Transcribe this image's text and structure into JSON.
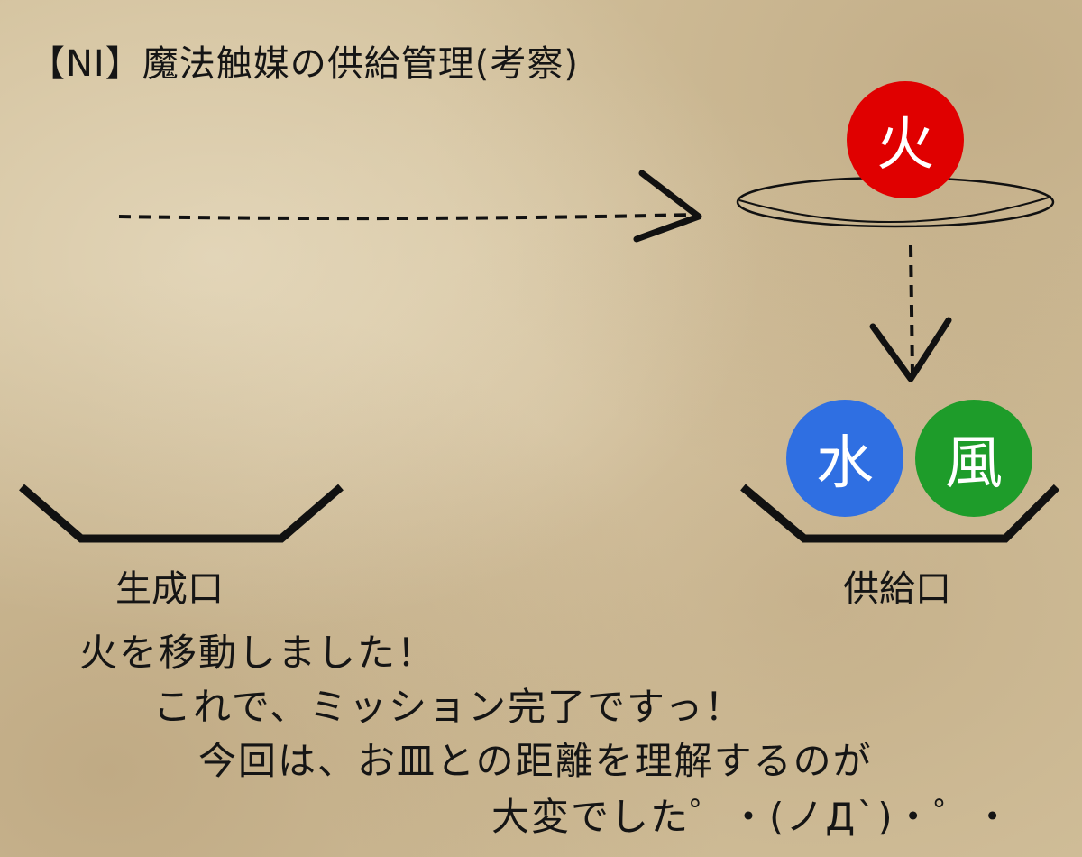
{
  "title": "【NI】魔法触媒の供給管理(考察)",
  "orbs": {
    "fire": {
      "label": "火",
      "color": "#e00000"
    },
    "water": {
      "label": "水",
      "color": "#2f6fe2"
    },
    "wind": {
      "label": "風",
      "color": "#1e9c2a"
    }
  },
  "labels": {
    "generator": "生成口",
    "supplier": "供給口"
  },
  "message": {
    "line1": "火を移動しました！",
    "line2": "これで、ミッション完了ですっ！",
    "line3": "今回は、お皿との距離を理解するのが",
    "line4": "大変でした゜・(ノД`)・゜・"
  }
}
